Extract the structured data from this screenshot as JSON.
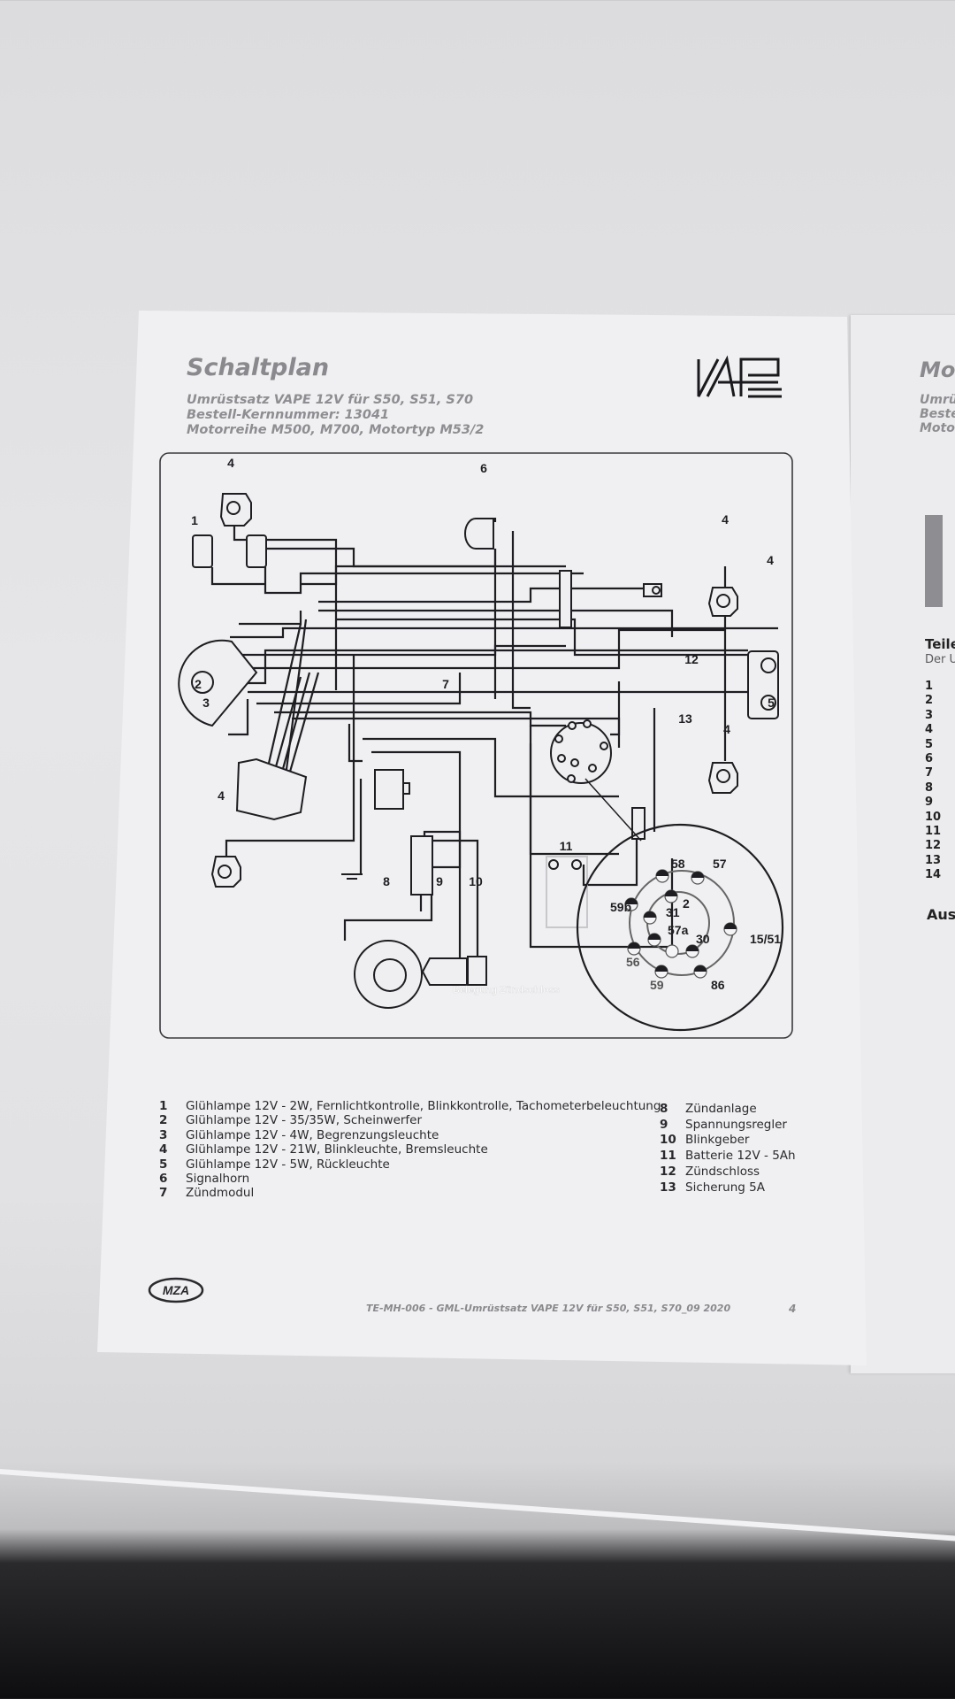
{
  "document": {
    "title": "Schaltplan",
    "subtitle_lines": [
      "Umrüstsatz VAPE 12V für S50, S51, S70",
      "Bestell-Kernnummer: 13041",
      "Motorreihe M500, M700, Motortyp M53/2"
    ],
    "brand_logo": "VAPE",
    "footer_logo": "MZA",
    "footer_text": "TE-MH-006 - GML-Umrüstsatz VAPE 12V für S50, S51, S70_09 2020",
    "page_number": "4"
  },
  "diagram": {
    "component_labels": [
      "4",
      "1",
      "2",
      "3",
      "4",
      "6",
      "4",
      "4",
      "12",
      "7",
      "5",
      "13",
      "4",
      "11",
      "8",
      "9",
      "10"
    ],
    "ignition_switch_caption": "Belegung Zündschloss",
    "terminals": [
      "58",
      "57",
      "2",
      "59b",
      "31",
      "57a",
      "30",
      "15/51",
      "56",
      "59",
      "86"
    ]
  },
  "legend": {
    "left": [
      {
        "num": "1",
        "text": "Glühlampe 12V - 2W, Fernlichtkontrolle, Blinkkontrolle, Tachometerbeleuchtung"
      },
      {
        "num": "2",
        "text": "Glühlampe 12V - 35/35W, Scheinwerfer"
      },
      {
        "num": "3",
        "text": "Glühlampe 12V - 4W, Begrenzungsleuchte"
      },
      {
        "num": "4",
        "text": "Glühlampe 12V - 21W, Blinkleuchte, Bremsleuchte"
      },
      {
        "num": "5",
        "text": "Glühlampe 12V - 5W, Rückleuchte"
      },
      {
        "num": "6",
        "text": "Signalhorn"
      },
      {
        "num": "7",
        "text": "Zündmodul"
      }
    ],
    "right": [
      {
        "num": "8",
        "text": "Zündanlage"
      },
      {
        "num": "9",
        "text": "Spannungsregler"
      },
      {
        "num": "10",
        "text": "Blinkgeber"
      },
      {
        "num": "11",
        "text": "Batterie 12V - 5Ah"
      },
      {
        "num": "12",
        "text": "Zündschloss"
      },
      {
        "num": "13",
        "text": "Sicherung 5A"
      }
    ]
  },
  "adjacent_page": {
    "title_fragment": "Mo",
    "subtitle_fragments": [
      "Umrü",
      "Beste",
      "Moto"
    ],
    "section_fragment": "Teile",
    "intro_fragment": "Der U",
    "numbers": [
      "1",
      "2",
      "3",
      "4",
      "5",
      "6",
      "7",
      "8",
      "9",
      "10",
      "11",
      "12",
      "13",
      "14"
    ],
    "section2_fragment": "Aus"
  }
}
